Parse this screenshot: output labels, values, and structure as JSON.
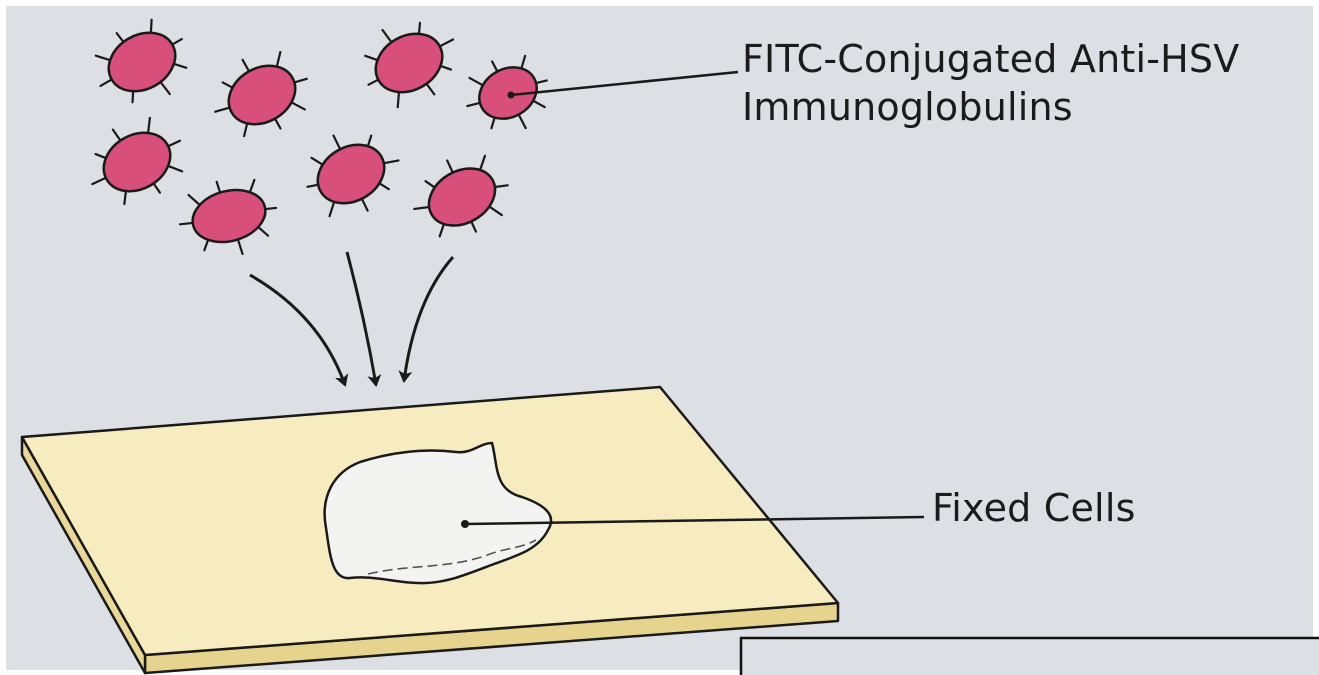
{
  "labels": {
    "immunoglobulins_line1": "FITC-Conjugated Anti-HSV",
    "immunoglobulins_line2": "Immunoglobulins",
    "fixed_cells": "Fixed Cells"
  },
  "colors": {
    "background": "#dcdfe3",
    "antibody_fill": "#d94f7b",
    "outline": "#1a1a1a",
    "slide_top": "#f7ecc0",
    "slide_edge": "#e6d38e",
    "cell_fill": "#f3f4f1"
  }
}
